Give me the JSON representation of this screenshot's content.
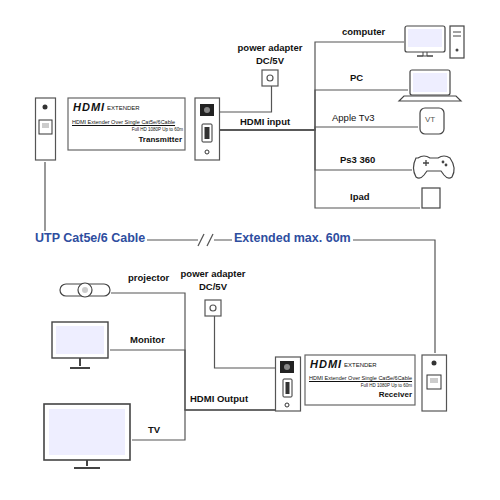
{
  "diagram": {
    "nodes": [
      {
        "text": [
          "power adapter",
          "DC/5V"
        ]
      },
      {
        "text": [
          "HDMI",
          "EXTENDER",
          "HDMI Extender Over Single Cat5e/6Cable",
          "Full HD 1080P Up to 60m",
          "Transmitter"
        ]
      },
      {
        "text": [
          "computer"
        ]
      },
      {
        "text": [
          "PC"
        ]
      },
      {
        "text": [
          "Apple Tv3",
          "VT"
        ]
      },
      {
        "text": [
          "Ps3 360"
        ]
      },
      {
        "text": [
          "Ipad"
        ]
      },
      {
        "text": [
          "projector"
        ]
      },
      {
        "text": [
          "Monitor"
        ]
      },
      {
        "text": [
          "TV"
        ]
      },
      {
        "text": [
          "power adapter",
          "DC/5V"
        ]
      },
      {
        "text": [
          "HDMI",
          "EXTENDER",
          "HDMI Extender Over Single Cat5e/6Cable",
          "Full HD 1080P Up to 60m",
          "Receiver"
        ]
      }
    ],
    "edges": [
      {
        "from": 0,
        "to": 1,
        "arrow": "none"
      },
      {
        "from": 2,
        "to": 1,
        "arrow": "none"
      },
      {
        "from": 3,
        "to": 1,
        "arrow": "none"
      },
      {
        "from": 4,
        "to": 1,
        "arrow": "none"
      },
      {
        "from": 5,
        "to": 1,
        "arrow": "none"
      },
      {
        "from": 6,
        "to": 1,
        "arrow": "none"
      },
      {
        "from": 1,
        "to": 11,
        "label": "UTP Cat5e/6 Cable",
        "arrow": "none"
      },
      {
        "from": 10,
        "to": 11,
        "arrow": "none"
      },
      {
        "from": 11,
        "to": 7,
        "arrow": "none"
      },
      {
        "from": 11,
        "to": 8,
        "arrow": "none"
      },
      {
        "from": 11,
        "to": 9,
        "arrow": "none"
      }
    ],
    "labels": [
      "HDMI input",
      "Extended max. 60m",
      "HDMI Output"
    ]
  }
}
